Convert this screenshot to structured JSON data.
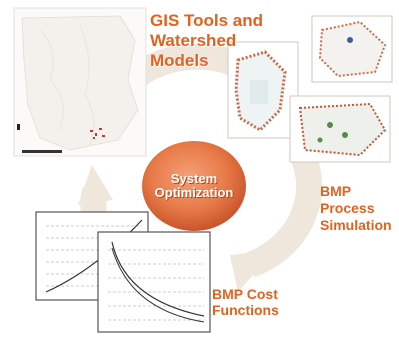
{
  "labels": {
    "gis": [
      "GIS Tools and",
      "Watershed",
      "Models"
    ],
    "bmp_process": [
      "BMP",
      "Process",
      "Simulation"
    ],
    "bmp_cost": [
      "BMP Cost",
      "Functions"
    ],
    "center": [
      "System",
      "Optimization"
    ]
  },
  "colors": {
    "label": "#e2621f",
    "center_fill": "#e87a48",
    "center_fill_dark": "#c9552a",
    "cycle_arrows": "#efe4d8",
    "map_red": "#d0342c"
  },
  "icons": [
    "cycle-arrows-icon",
    "gis-map-thumbnail",
    "watershed-map-thumbnail",
    "bmp-simulation-thumbnail",
    "cost-curve-chart-icon"
  ]
}
